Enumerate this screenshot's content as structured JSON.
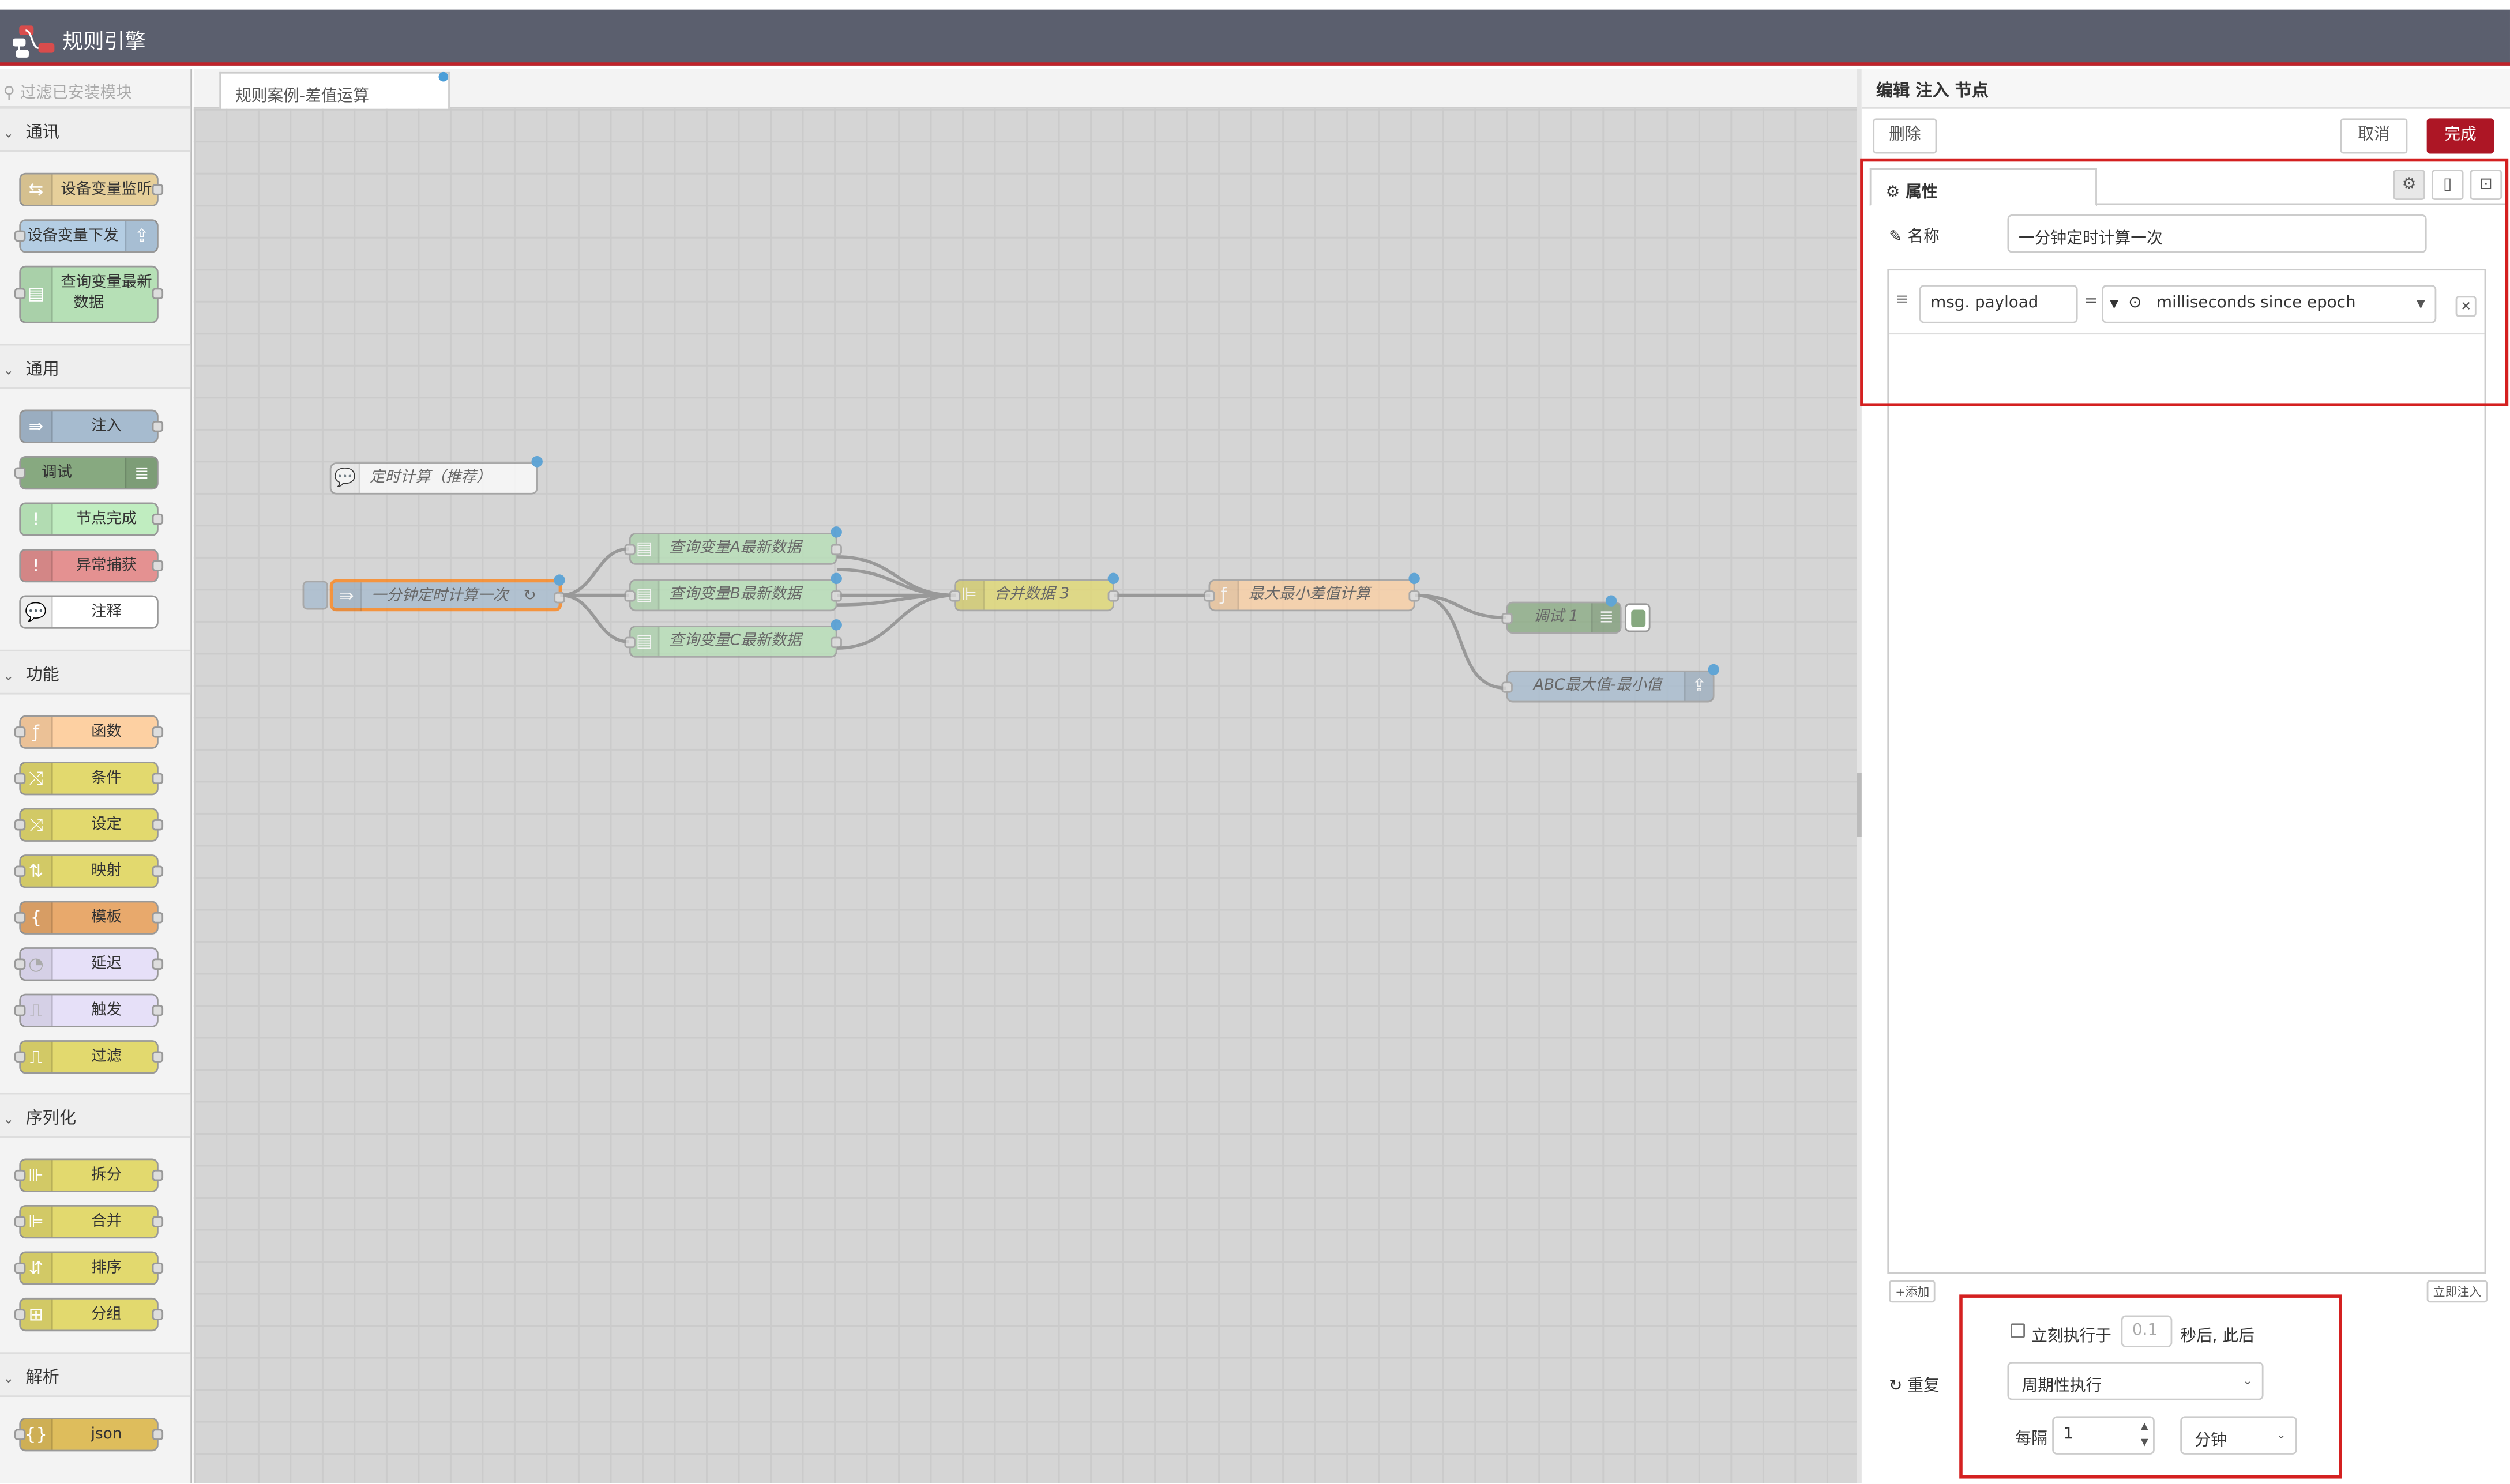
{
  "app": {
    "title": "规则引擎"
  },
  "palette": {
    "search_placeholder": "过滤已安装模块",
    "categories": [
      {
        "label": "通讯",
        "nodes": [
          "设备变量监听",
          "设备变量下发",
          "查询变量最新数据"
        ]
      },
      {
        "label": "通用",
        "nodes": [
          "注入",
          "调试",
          "节点完成",
          "异常捕获",
          "注释"
        ]
      },
      {
        "label": "功能",
        "nodes": [
          "函数",
          "条件",
          "设定",
          "映射",
          "模板",
          "延迟",
          "触发",
          "过滤"
        ]
      },
      {
        "label": "序列化",
        "nodes": [
          "拆分",
          "合并",
          "排序",
          "分组"
        ]
      },
      {
        "label": "解析",
        "nodes": [
          "json"
        ]
      }
    ]
  },
  "workspace": {
    "tab": "规则案例-差值运算",
    "nodes": {
      "comment": "定时计算（推荐）",
      "inject": "一分钟定时计算一次",
      "inject_suffix": "↻",
      "query_a": "查询变量A最新数据",
      "query_b": "查询变量B最新数据",
      "query_c": "查询变量C最新数据",
      "join": "合并数据 3",
      "func": "最大最小差值计算",
      "debug": "调试 1",
      "out": "ABC最大值-最小值"
    }
  },
  "panel": {
    "title": "编辑 注入 节点",
    "delete_label": "删除",
    "cancel_label": "取消",
    "done_label": "完成",
    "tab_label": "属性",
    "name_label": "名称",
    "name_value": "一分钟定时计算一次",
    "prop_key": "msg. payload",
    "prop_eq": "=",
    "prop_value": "milliseconds since epoch",
    "add_label": "添加",
    "inject_now_label": "立即注入",
    "once_label": "立刻执行于",
    "once_delay": "0.1",
    "once_suffix": "秒后, 此后",
    "repeat_label": "重复",
    "repeat_mode": "周期性执行",
    "every_label": "每隔",
    "every_value": "1",
    "unit": "分钟"
  },
  "colors": {
    "header": "#5b5f6e",
    "accent": "#ad1625",
    "highlight": "#d42020",
    "node_comm": "#e2d96e",
    "node_inject": "#a6bbcf",
    "node_debug": "#87a980",
    "node_complete": "#c0edc0",
    "node_catch": "#e49191",
    "node_function": "#fdd0a2",
    "node_switch": "#e2d96e",
    "node_delay": "#e6e0f8",
    "node_output": "#a6bbcf",
    "node_query": "#c0deed"
  }
}
